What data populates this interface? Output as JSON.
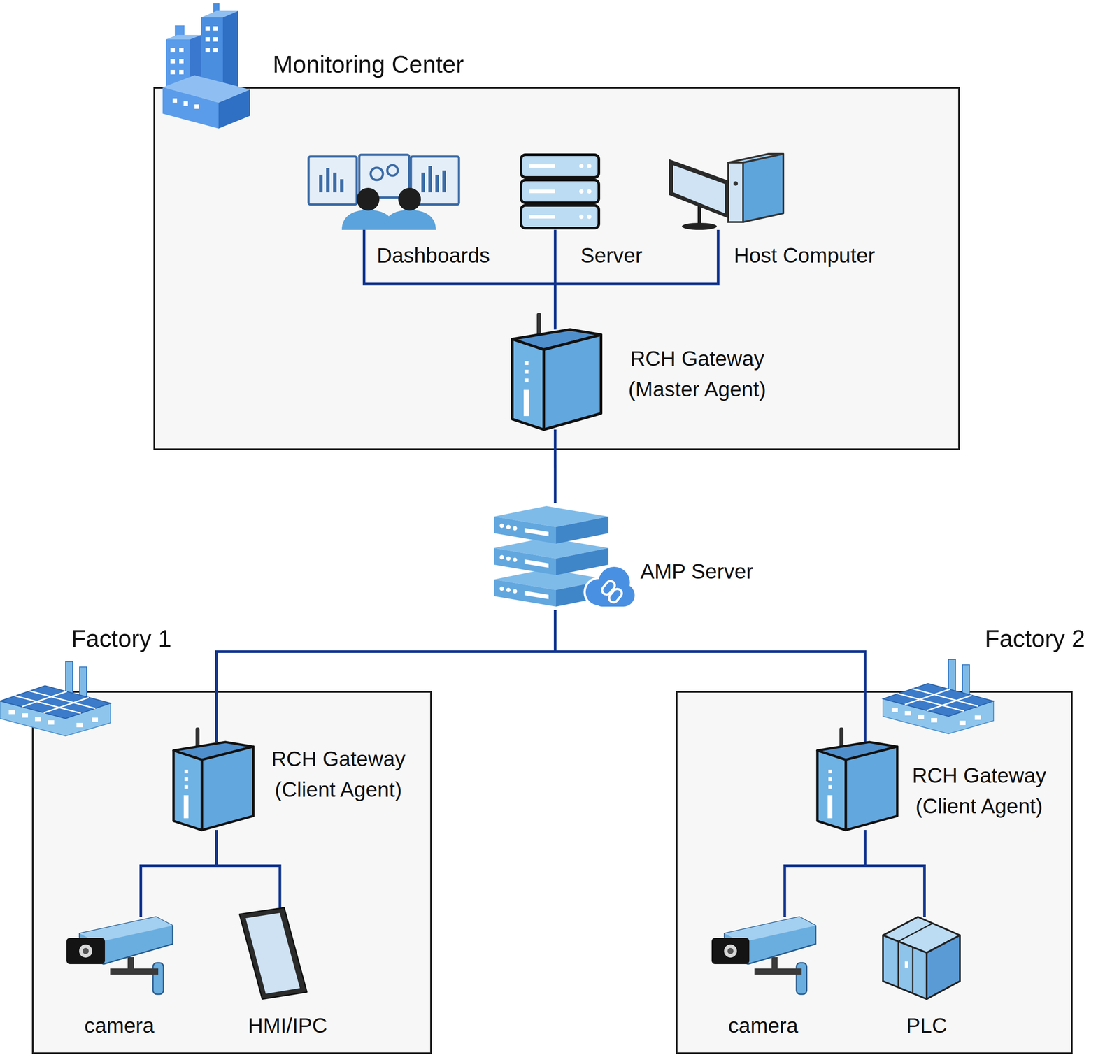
{
  "diagram": {
    "nodes": [
      {
        "text": [
          "Monitoring Center"
        ]
      },
      {
        "text": [
          "Dashboards"
        ],
        "in": 0
      },
      {
        "text": [
          "Server"
        ],
        "in": 0
      },
      {
        "text": [
          "Host Computer"
        ],
        "in": 0
      },
      {
        "text": [
          "RCH Gateway (Master Agent)"
        ],
        "in": 0
      },
      {
        "text": [
          "AMP Server"
        ]
      },
      {
        "text": [
          "Factory 1"
        ]
      },
      {
        "text": [
          "RCH Gateway (Client Agent)"
        ],
        "in": 6
      },
      {
        "text": [
          "camera"
        ],
        "in": 6
      },
      {
        "text": [
          "HMI/IPC"
        ],
        "in": 6
      },
      {
        "text": [
          "Factory 2"
        ]
      },
      {
        "text": [
          "RCH Gateway (Client Agent)"
        ],
        "in": 10
      },
      {
        "text": [
          "camera"
        ],
        "in": 10
      },
      {
        "text": [
          "PLC"
        ],
        "in": 10
      }
    ],
    "edges": [
      {
        "from": 1,
        "to": 4,
        "arrow": "none"
      },
      {
        "from": 2,
        "to": 4,
        "arrow": "none"
      },
      {
        "from": 3,
        "to": 4,
        "arrow": "none"
      },
      {
        "from": 4,
        "to": 5,
        "arrow": "none"
      },
      {
        "from": 5,
        "to": 7,
        "arrow": "none"
      },
      {
        "from": 5,
        "to": 11,
        "arrow": "none"
      },
      {
        "from": 7,
        "to": 8,
        "arrow": "none"
      },
      {
        "from": 7,
        "to": 9,
        "arrow": "none"
      },
      {
        "from": 11,
        "to": 12,
        "arrow": "none"
      },
      {
        "from": 11,
        "to": 13,
        "arrow": "none"
      }
    ]
  }
}
